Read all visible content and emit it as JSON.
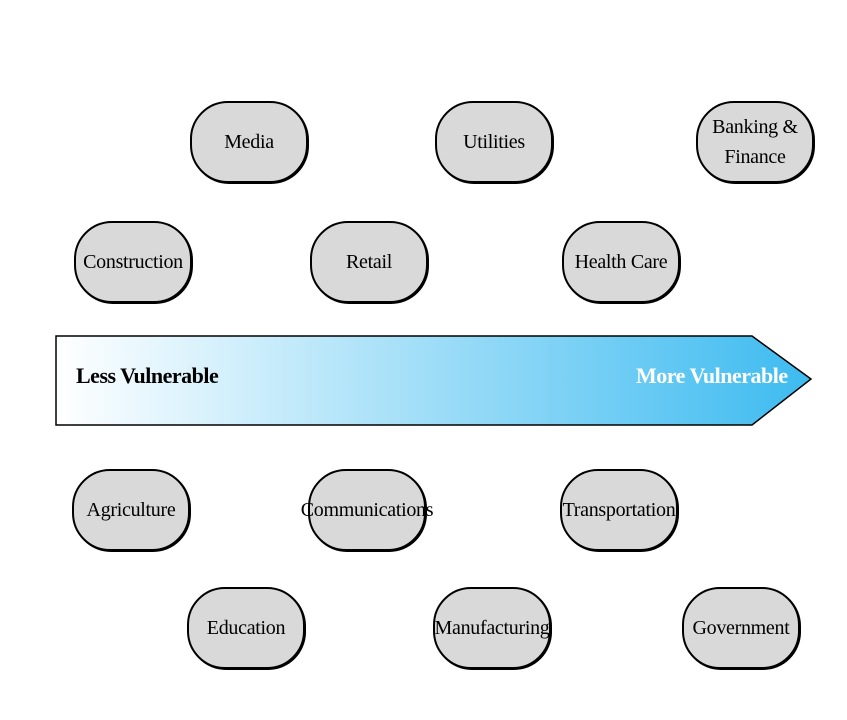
{
  "sectors_above": [
    "Media",
    "Utilities",
    "Banking &\nFinance",
    "Construction",
    "Retail",
    "Health Care"
  ],
  "sectors_below": [
    "Agriculture",
    "Communications",
    "Transportation",
    "Education",
    "Manufacturing",
    "Government"
  ],
  "arrow": {
    "left_label": "Less Vulnerable",
    "right_label": "More Vulnerable",
    "gradient_start": "#ffffff",
    "gradient_end": "#3dbbf0"
  },
  "node_fill": "#d9d9d9"
}
